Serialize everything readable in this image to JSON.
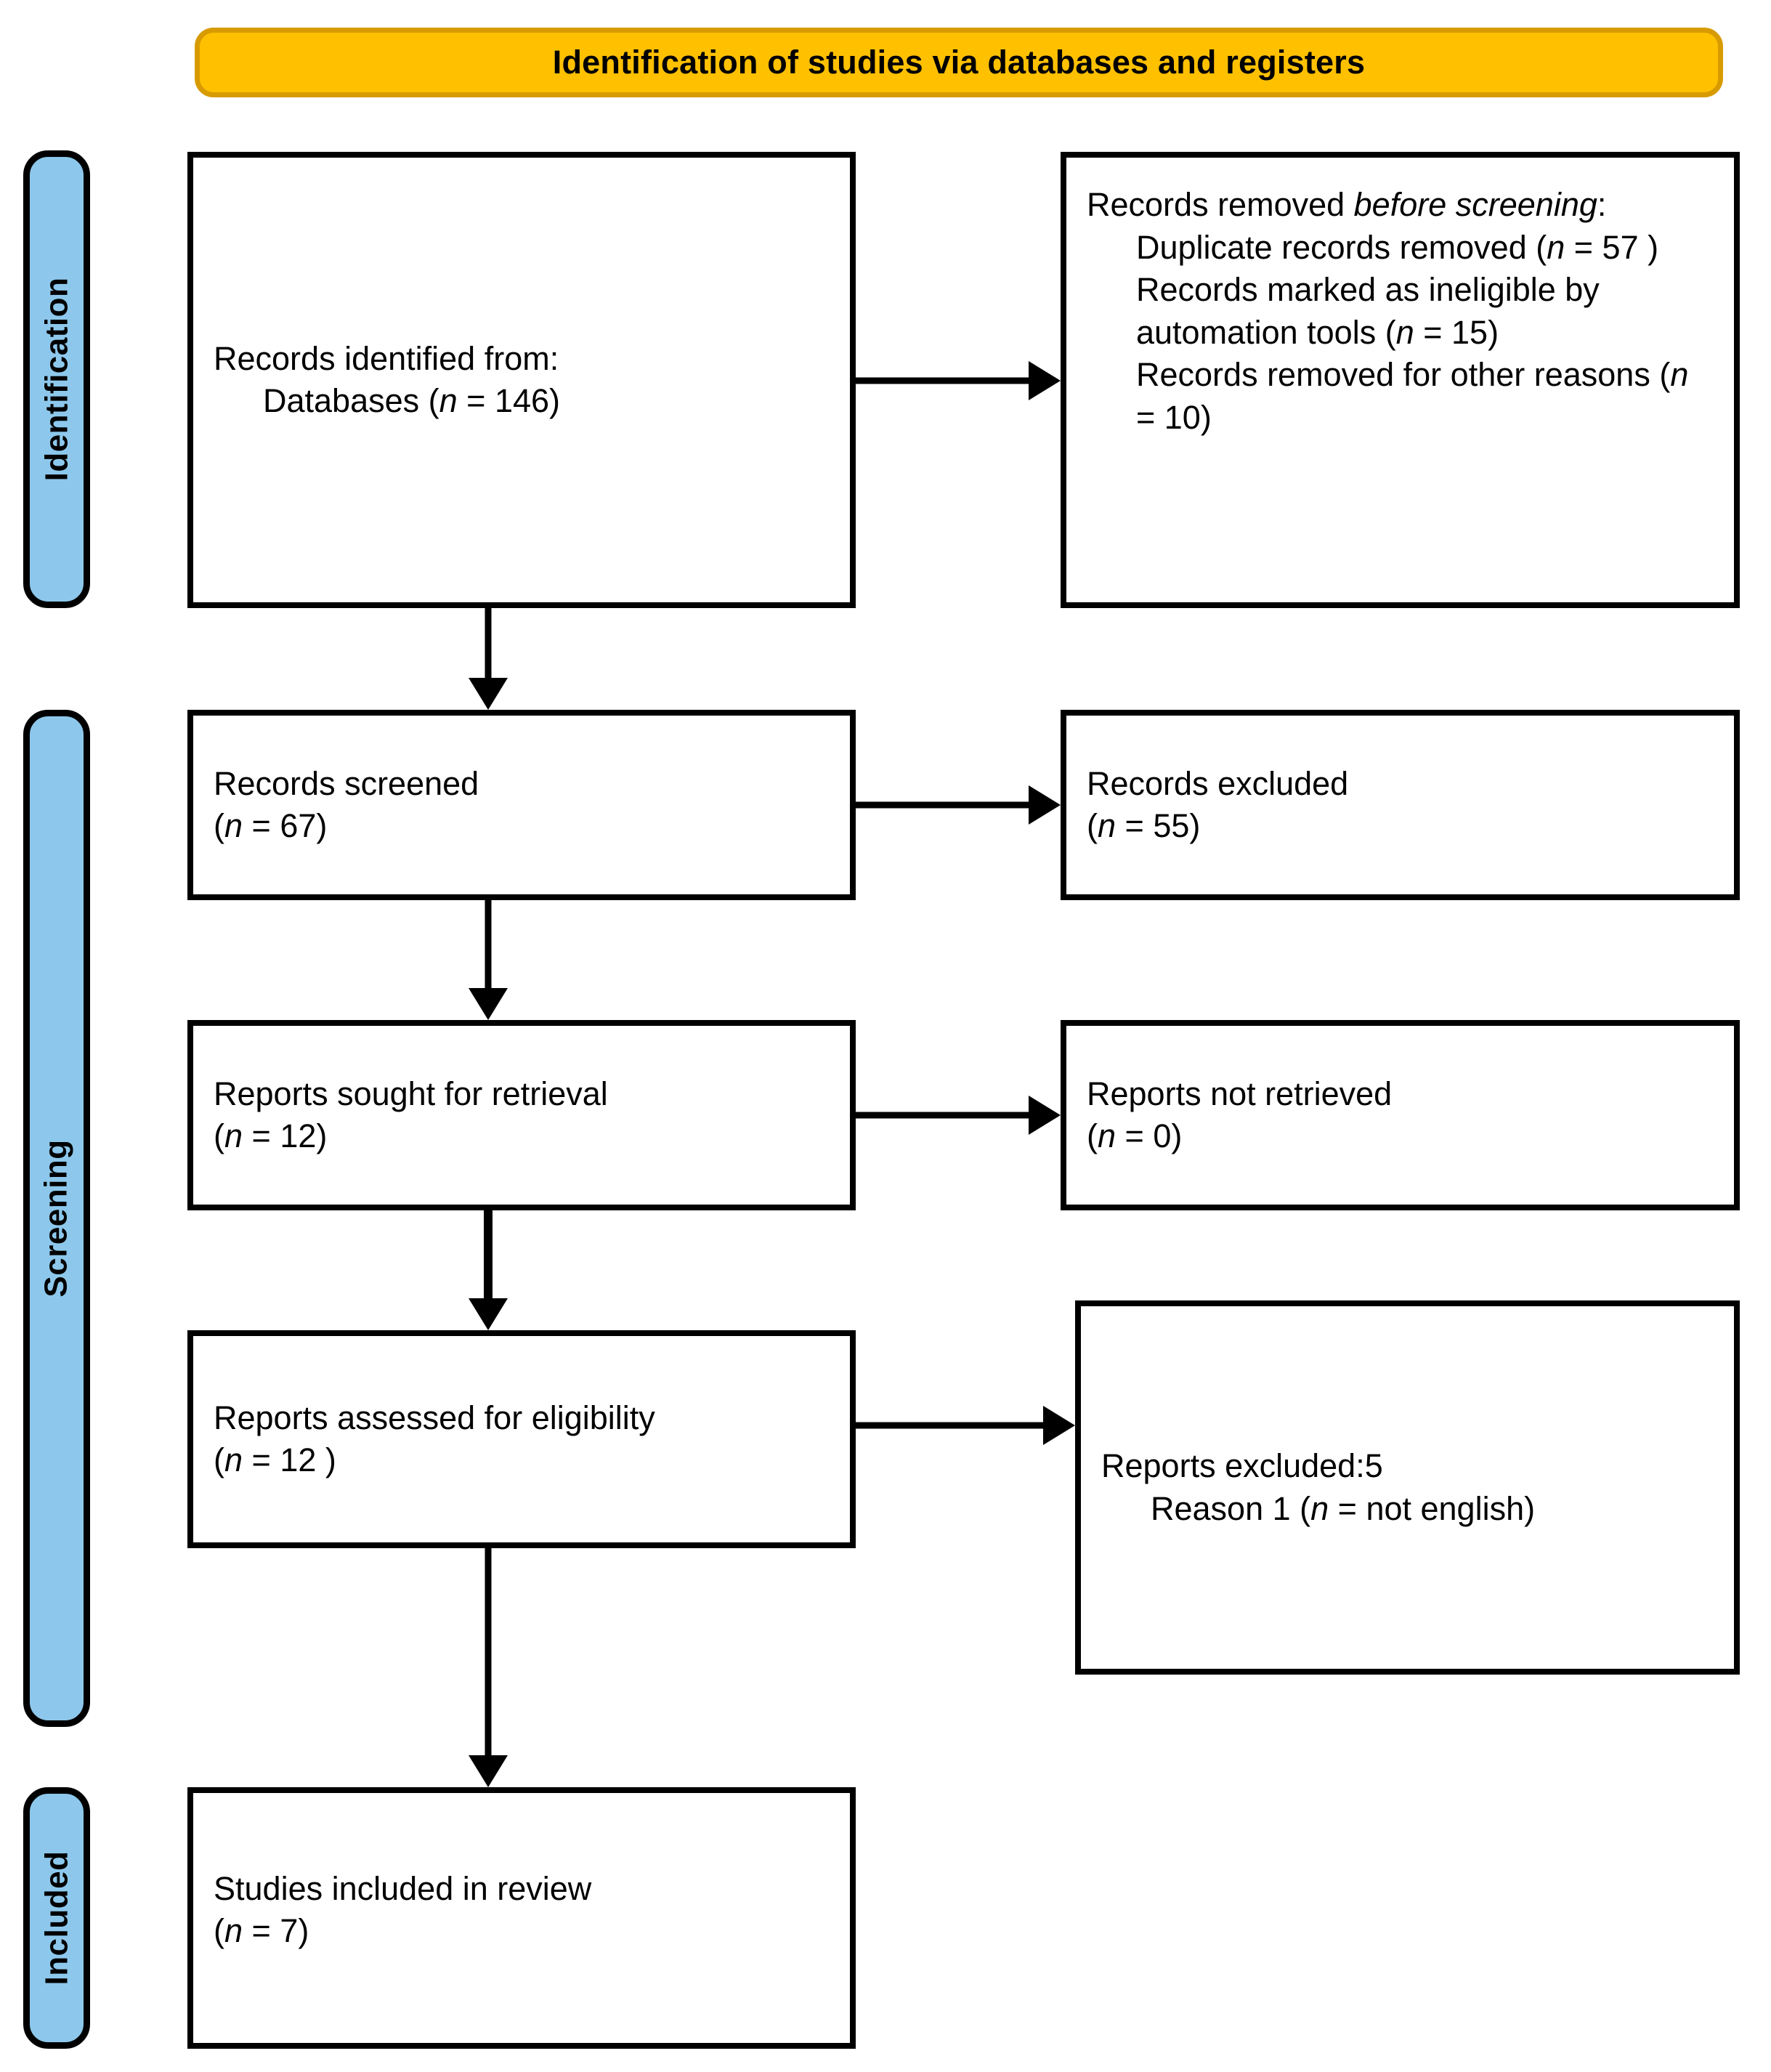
{
  "diagram": {
    "title": "Identification of studies via databases and registers",
    "colors": {
      "header_fill": "#FFC000",
      "header_border": "#D79B00",
      "stage_fill": "#8DC8EC",
      "box_border": "#000000",
      "box_fill": "#FFFFFF"
    }
  },
  "stages": {
    "identification": "Identification",
    "screening": "Screening",
    "included": "Included"
  },
  "boxes": {
    "identified": {
      "line1": "Records identified from:",
      "line2": "Databases (",
      "line2_italic": "n",
      "line2_end": " = 146)"
    },
    "removed_before": {
      "line1_a": "Records removed ",
      "line1_italic": "before screening",
      "line1_b": ":",
      "dup_a": "Duplicate records removed (",
      "dup_italic": "n",
      "dup_b": " = 57 )",
      "ineligible_a": "Records marked as ineligible by automation tools (",
      "ineligible_italic": "n",
      "ineligible_b": " = 15)",
      "other_a": "Records removed for other reasons (",
      "other_italic": "n",
      "other_b": " = 10)"
    },
    "screened": {
      "line1": "Records screened",
      "line2_a": "(",
      "line2_italic": "n",
      "line2_b": " = 67)"
    },
    "excluded": {
      "line1": "Records excluded",
      "line2_a": "(",
      "line2_italic": "n",
      "line2_b": " = 55)"
    },
    "sought": {
      "line1": "Reports sought for retrieval",
      "line2_a": "(",
      "line2_italic": "n",
      "line2_b": " = 12)"
    },
    "not_retrieved": {
      "line1": "Reports not retrieved",
      "line2_a": "(",
      "line2_italic": "n",
      "line2_b": " = 0)"
    },
    "assessed": {
      "line1": "Reports assessed for eligibility",
      "line2_a": "(",
      "line2_italic": "n",
      "line2_b": " = 12 )"
    },
    "reports_excluded": {
      "line1": "Reports excluded:5",
      "reason_a": "Reason 1 (",
      "reason_italic": "n",
      "reason_b": " = not english)"
    },
    "included_studies": {
      "line1": "Studies included in review",
      "line2_a": "(",
      "line2_italic": "n",
      "line2_b": " = 7)"
    }
  },
  "chart_data": {
    "type": "diagram",
    "title": "Identification of studies via databases and registers",
    "nodes": [
      {
        "id": "identified",
        "stage": "Identification",
        "label": "Records identified from: Databases (n = 146)",
        "n": 146
      },
      {
        "id": "removed_before",
        "stage": "Identification",
        "label": "Records removed before screening",
        "duplicates_removed": 57,
        "ineligible_by_automation": 15,
        "removed_other_reasons": 10
      },
      {
        "id": "screened",
        "stage": "Screening",
        "label": "Records screened",
        "n": 67
      },
      {
        "id": "excluded",
        "stage": "Screening",
        "label": "Records excluded",
        "n": 55
      },
      {
        "id": "sought",
        "stage": "Screening",
        "label": "Reports sought for retrieval",
        "n": 12
      },
      {
        "id": "not_retrieved",
        "stage": "Screening",
        "label": "Reports not retrieved",
        "n": 0
      },
      {
        "id": "assessed",
        "stage": "Screening",
        "label": "Reports assessed for eligibility",
        "n": 12
      },
      {
        "id": "reports_excluded",
        "stage": "Screening",
        "label": "Reports excluded:5",
        "n": 5,
        "reasons": [
          {
            "label": "Reason 1",
            "value": "not english"
          }
        ]
      },
      {
        "id": "included_studies",
        "stage": "Included",
        "label": "Studies included in review",
        "n": 7
      }
    ],
    "edges": [
      {
        "from": "identified",
        "to": "removed_before",
        "direction": "right"
      },
      {
        "from": "identified",
        "to": "screened",
        "direction": "down"
      },
      {
        "from": "screened",
        "to": "excluded",
        "direction": "right"
      },
      {
        "from": "screened",
        "to": "sought",
        "direction": "down"
      },
      {
        "from": "sought",
        "to": "not_retrieved",
        "direction": "right"
      },
      {
        "from": "sought",
        "to": "assessed",
        "direction": "down"
      },
      {
        "from": "assessed",
        "to": "reports_excluded",
        "direction": "right"
      },
      {
        "from": "assessed",
        "to": "included_studies",
        "direction": "down"
      }
    ]
  }
}
